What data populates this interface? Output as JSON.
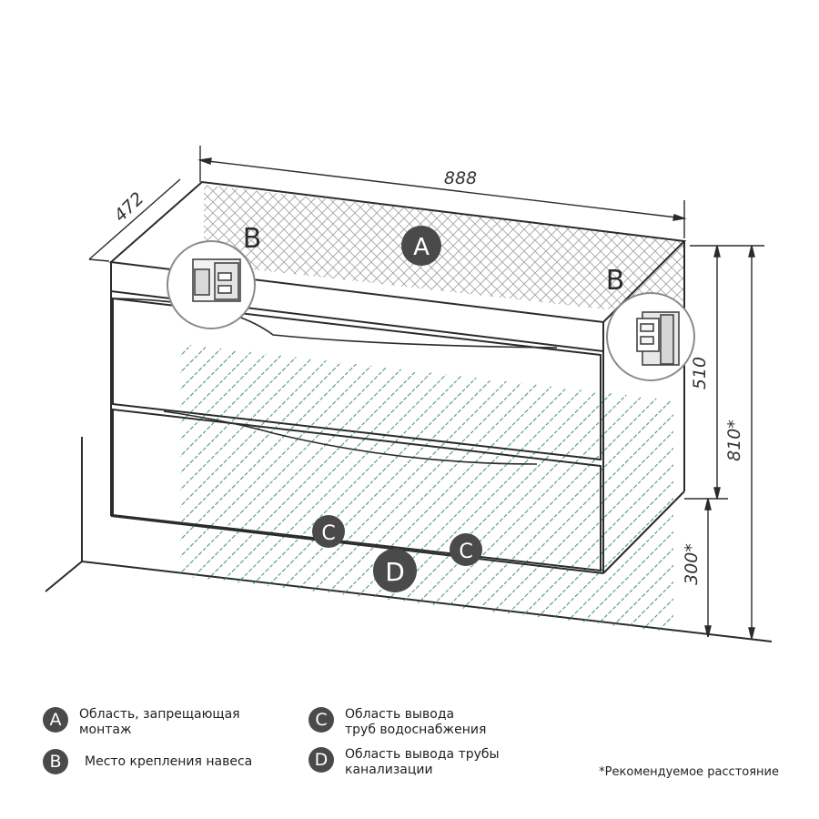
{
  "dimensions": {
    "width": "888",
    "depth": "472",
    "cabinet_height": "510",
    "total_height": "810*",
    "mount_height": "300*"
  },
  "zones": {
    "a": "A",
    "b": "B",
    "c": "C",
    "d": "D"
  },
  "legend": [
    {
      "letter": "A",
      "line1": "Область, запрещающая",
      "line2": "монтаж"
    },
    {
      "letter": "B",
      "line1": "Место крепления навеса",
      "line2": ""
    },
    {
      "letter": "C",
      "line1": "Область вывода",
      "line2": "труб водоснабжения"
    },
    {
      "letter": "D",
      "line1": "Область вывода трубы",
      "line2": "канализации"
    }
  ],
  "footnote": "*Рекомендуемое расстояние",
  "colors": {
    "line": "#2b2b2b",
    "hatch_green": "#2e8b57",
    "crosshatch": "#9a9a9a",
    "marker_fill": "#4a4a4a"
  }
}
